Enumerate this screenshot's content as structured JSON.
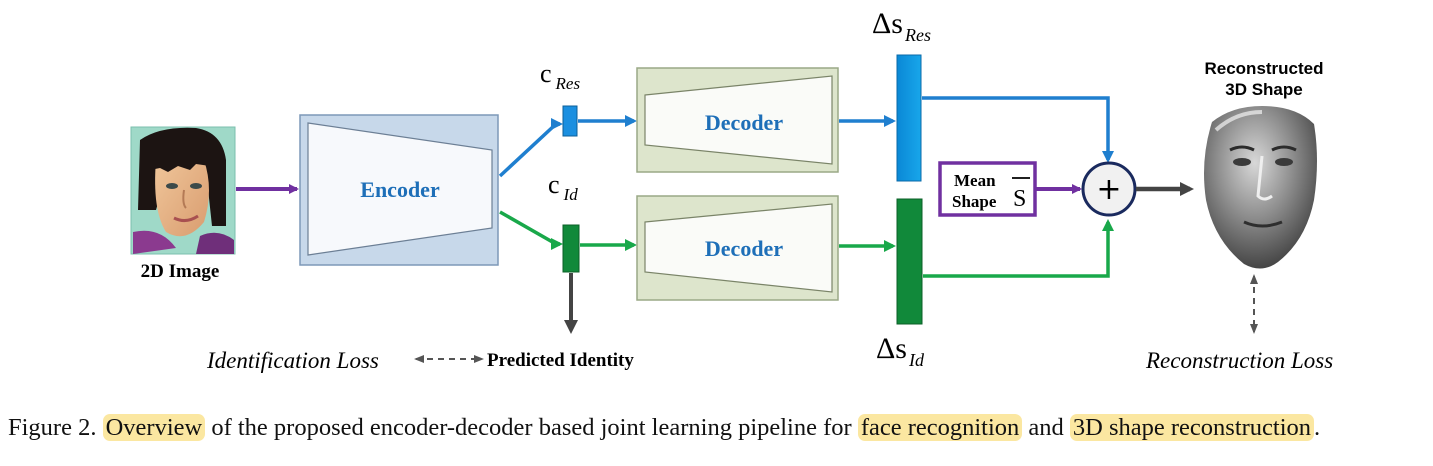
{
  "input": {
    "label": "2D Image"
  },
  "encoder": {
    "label": "Encoder"
  },
  "latent": {
    "res_symbol": "c",
    "res_subscript": "Res",
    "id_symbol": "c",
    "id_subscript": "Id"
  },
  "decoders": {
    "top_label": "Decoder",
    "bottom_label": "Decoder"
  },
  "deltas": {
    "res_symbol": "Δs",
    "res_subscript": "Res",
    "id_symbol": "Δs",
    "id_subscript": "Id"
  },
  "mean_shape": {
    "line1": "Mean",
    "line2": "Shape",
    "symbol": "S"
  },
  "sum_node": {
    "symbol": "+"
  },
  "output": {
    "title_line1": "Reconstructed",
    "title_line2": "3D Shape"
  },
  "losses": {
    "identification": "Identification Loss",
    "predicted_identity": "Predicted Identity",
    "reconstruction": "Reconstruction Loss"
  },
  "caption": {
    "prefix": "Figure 2. ",
    "highlight1": "Overview",
    "middle1": " of the proposed encoder-decoder based joint learning pipeline for ",
    "highlight2": "face recognition",
    "middle2": " and ",
    "highlight3": "3D shape reconstruction",
    "suffix": "."
  },
  "colors": {
    "purple": "#7030a0",
    "blue": "#1f7fcf",
    "green": "#19a84a",
    "dark_green": "#11893a",
    "encoder_fill": "#c7d8ea",
    "decoder_fill": "#dde5cc",
    "arrow_gray": "#444444"
  }
}
